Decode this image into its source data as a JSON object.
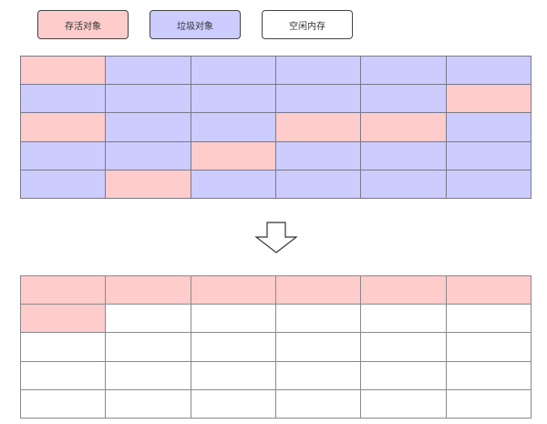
{
  "legend": {
    "alive": {
      "label": "存活对象",
      "color": "#ffcccc"
    },
    "garbage": {
      "label": "垃圾对象",
      "color": "#ccccff"
    },
    "free": {
      "label": "空闲内存",
      "color": "#ffffff"
    }
  },
  "before_grid": [
    [
      "alive",
      "garbage",
      "garbage",
      "garbage",
      "garbage",
      "garbage"
    ],
    [
      "garbage",
      "garbage",
      "garbage",
      "garbage",
      "garbage",
      "alive"
    ],
    [
      "alive",
      "garbage",
      "garbage",
      "alive",
      "alive",
      "garbage"
    ],
    [
      "garbage",
      "garbage",
      "alive",
      "garbage",
      "garbage",
      "garbage"
    ],
    [
      "garbage",
      "alive",
      "garbage",
      "garbage",
      "garbage",
      "garbage"
    ]
  ],
  "after_grid": [
    [
      "alive",
      "alive",
      "alive",
      "alive",
      "alive",
      "alive"
    ],
    [
      "alive",
      "free",
      "free",
      "free",
      "free",
      "free"
    ],
    [
      "free",
      "free",
      "free",
      "free",
      "free",
      "free"
    ],
    [
      "free",
      "free",
      "free",
      "free",
      "free",
      "free"
    ],
    [
      "free",
      "free",
      "free",
      "free",
      "free",
      "free"
    ]
  ]
}
